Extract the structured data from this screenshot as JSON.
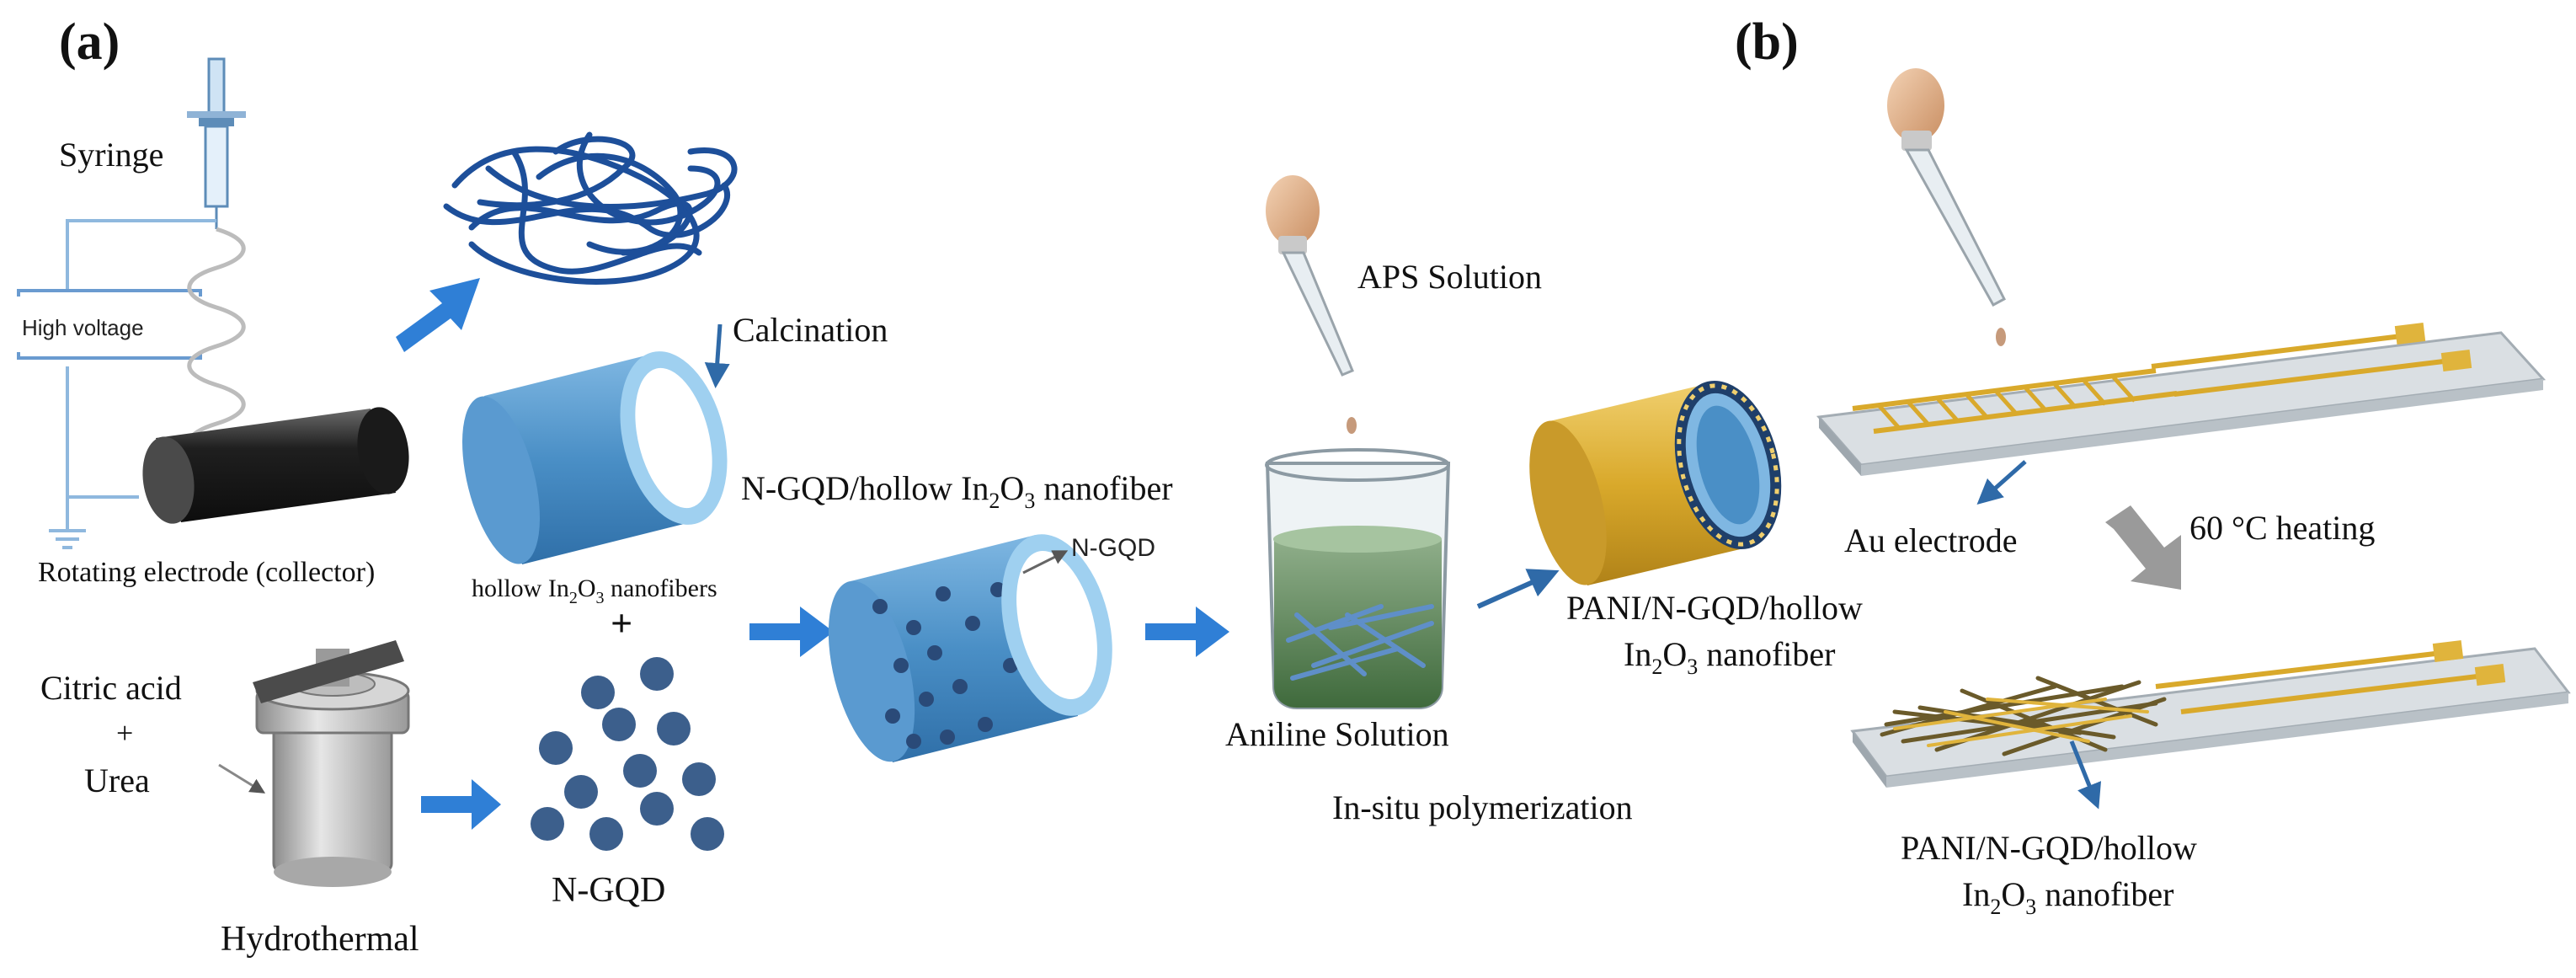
{
  "panels": {
    "a": "(a)",
    "b": "(b)"
  },
  "labels": {
    "syringe": "Syringe",
    "high_voltage": "High voltage",
    "rotating_electrode": "Rotating electrode (collector)",
    "calcination": "Calcination",
    "hollow_nanofibers_pre": "hollow In",
    "hollow_nanofibers_sub1": "2",
    "hollow_nanofibers_mid": "O",
    "hollow_nanofibers_sub2": "3",
    "hollow_nanofibers_post": " nanofibers",
    "plus": "+",
    "citric_acid": "Citric acid",
    "plus_small": "+",
    "urea": "Urea",
    "hydrothermal": "Hydrothermal",
    "ngqd": "N-GQD",
    "ngqd_hollow_pre": "N-GQD/hollow In",
    "ngqd_hollow_sub1": "2",
    "ngqd_hollow_mid": "O",
    "ngqd_hollow_sub2": "3",
    "ngqd_hollow_post": " nanofiber",
    "ngqd_pointer": "N-GQD",
    "aps_solution": "APS Solution",
    "aniline_solution": "Aniline Solution",
    "in_situ": "In-situ polymerization",
    "pani_line1": "PANI/N-GQD/hollow",
    "pani_line2_pre": "In",
    "pani_line2_sub1": "2",
    "pani_line2_mid": "O",
    "pani_line2_sub2": "3",
    "pani_line2_post": " nanofiber",
    "au_electrode": "Au electrode",
    "heating": "60 °C heating",
    "pani_b_line1": "PANI/N-GQD/hollow",
    "pani_b_line2_pre": "In",
    "pani_b_line2_sub1": "2",
    "pani_b_line2_mid": "O",
    "pani_b_line2_sub2": "3",
    "pani_b_line2_post": " nanofiber"
  },
  "colors": {
    "arrow_blue": "#2f7fd6",
    "tube_blue": "#4a90c8",
    "tube_light": "#9fd0f0",
    "dot_blue": "#3c5f8c",
    "gold": "#d9a92b",
    "electrode_gold": "#e0b43c",
    "collector": "#2b2b2b",
    "nanofiber_web": "#1d4f9a",
    "heating_arrow": "#9a9a9a"
  }
}
